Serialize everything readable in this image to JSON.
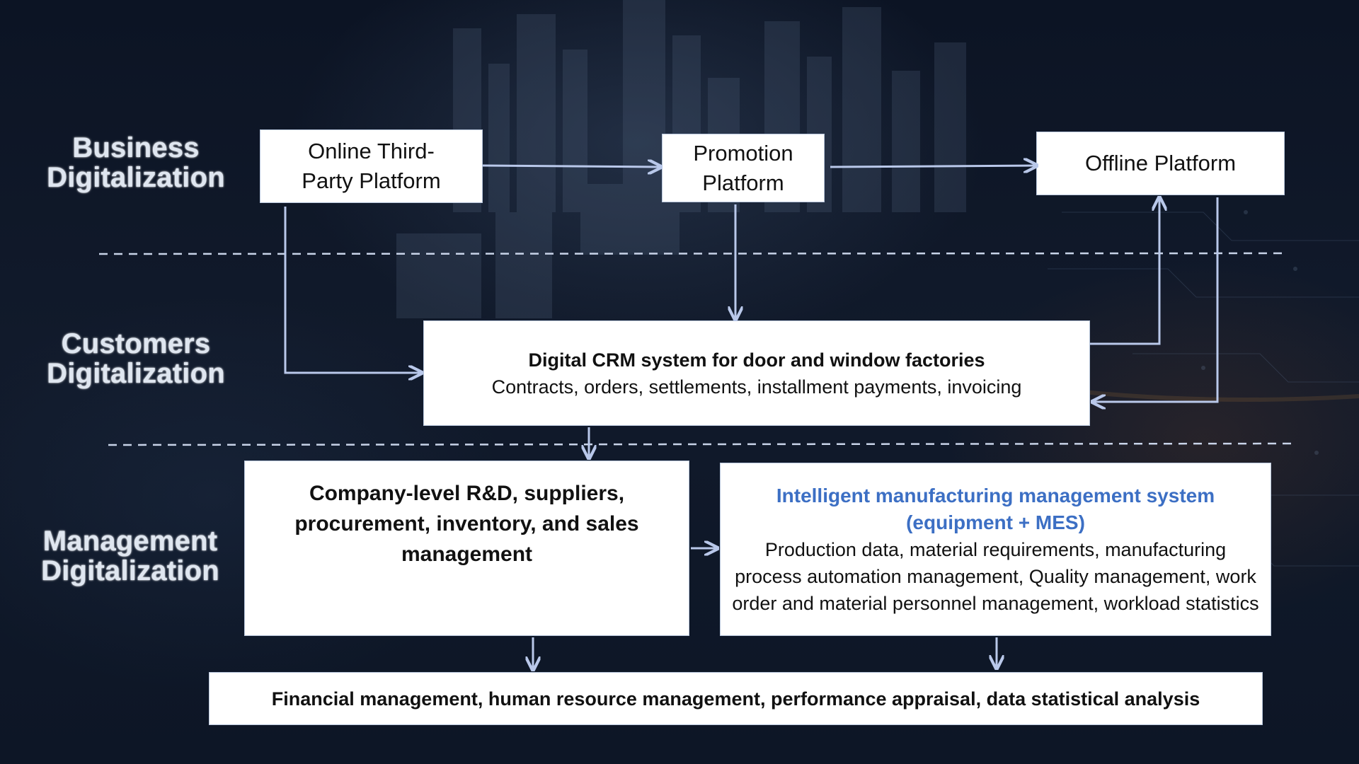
{
  "rows": {
    "business": "Business\nDigitalization",
    "customers": "Customers\nDigitalization",
    "management": "Management\nDigitalization"
  },
  "boxes": {
    "online": "Online Third-\nParty Platform",
    "promotion": "Promotion\nPlatform",
    "offline": "Offline Platform",
    "crm_title": "Digital CRM system for door and window factories",
    "crm_body": "Contracts, orders, settlements, installment payments, invoicing",
    "company": "Company-level R&D, suppliers, procurement, inventory, and sales management",
    "mes_title_1": "Intelligent manufacturing management system",
    "mes_title_2": "(equipment + MES)",
    "mes_body": "Production data, material requirements, manufacturing process automation management, Quality management, work order and material personnel management, workload statistics",
    "financial": "Financial management, human resource management, performance appraisal, data statistical analysis"
  },
  "colors": {
    "arrow": "#b9c8ea",
    "accent_blue": "#3c6fc4",
    "background": "#101a2b"
  }
}
